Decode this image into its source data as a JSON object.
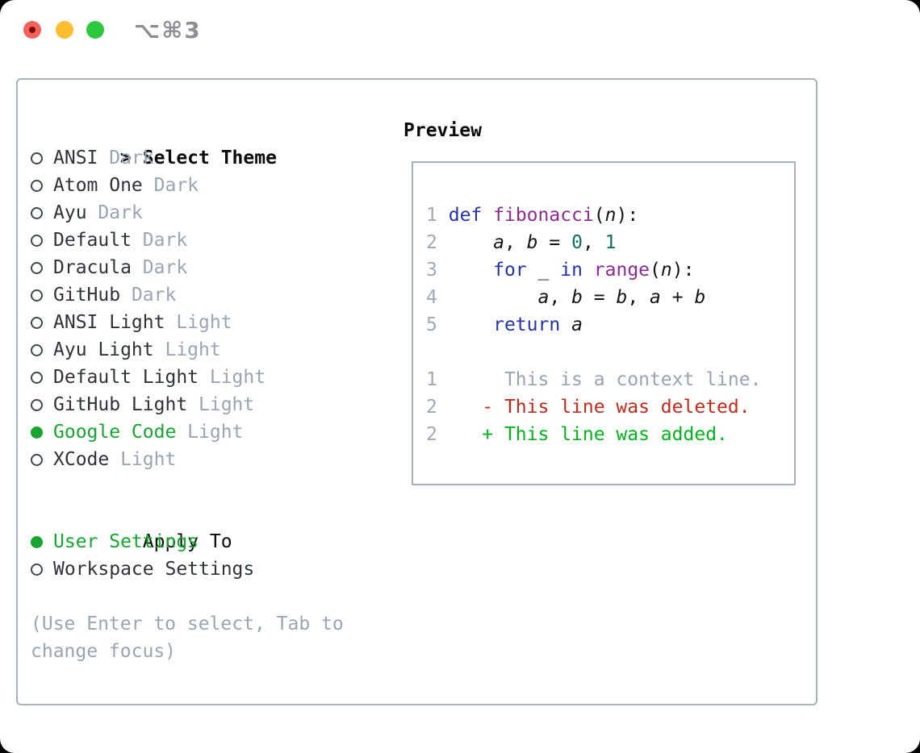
{
  "window": {
    "titlebar": {
      "shortcut_label": "⌥⌘3"
    }
  },
  "theme_selector": {
    "header": {
      "marker": ">",
      "label": "Select Theme"
    },
    "themes": [
      {
        "name": "ANSI",
        "variant": "Dark",
        "selected": false
      },
      {
        "name": "Atom One",
        "variant": "Dark",
        "selected": false
      },
      {
        "name": "Ayu",
        "variant": "Dark",
        "selected": false
      },
      {
        "name": "Default",
        "variant": "Dark",
        "selected": false
      },
      {
        "name": "Dracula",
        "variant": "Dark",
        "selected": false
      },
      {
        "name": "GitHub",
        "variant": "Dark",
        "selected": false
      },
      {
        "name": "ANSI Light",
        "variant": "Light",
        "selected": false
      },
      {
        "name": "Ayu Light",
        "variant": "Light",
        "selected": false
      },
      {
        "name": "Default Light",
        "variant": "Light",
        "selected": false
      },
      {
        "name": "GitHub Light",
        "variant": "Light",
        "selected": false
      },
      {
        "name": "Google Code",
        "variant": "Light",
        "selected": true
      },
      {
        "name": "XCode",
        "variant": "Light",
        "selected": false
      }
    ]
  },
  "apply_to": {
    "header": "Apply To",
    "options": [
      {
        "label": "User Settings",
        "selected": true
      },
      {
        "label": "Workspace Settings",
        "selected": false
      }
    ]
  },
  "help": {
    "text": "(Use Enter to select, Tab to change focus)"
  },
  "preview": {
    "header": "Preview",
    "code": [
      {
        "num": "1",
        "tokens": [
          [
            "def",
            "kw"
          ],
          [
            " ",
            "pl"
          ],
          [
            "fibonacci",
            "fn"
          ],
          [
            "(",
            "pl"
          ],
          [
            "n",
            "var"
          ],
          [
            "):",
            "pl"
          ]
        ]
      },
      {
        "num": "2",
        "tokens": [
          [
            "    ",
            "pl"
          ],
          [
            "a",
            "var"
          ],
          [
            ", ",
            "pl"
          ],
          [
            "b",
            "var"
          ],
          [
            " = ",
            "pl"
          ],
          [
            "0",
            "lit"
          ],
          [
            ", ",
            "pl"
          ],
          [
            "1",
            "lit"
          ]
        ]
      },
      {
        "num": "3",
        "tokens": [
          [
            "    ",
            "pl"
          ],
          [
            "for",
            "kw"
          ],
          [
            " ",
            "pl"
          ],
          [
            "_",
            "var"
          ],
          [
            " ",
            "pl"
          ],
          [
            "in",
            "kw"
          ],
          [
            " ",
            "pl"
          ],
          [
            "range",
            "fn"
          ],
          [
            "(",
            "pl"
          ],
          [
            "n",
            "var"
          ],
          [
            "):",
            "pl"
          ]
        ]
      },
      {
        "num": "4",
        "tokens": [
          [
            "        ",
            "pl"
          ],
          [
            "a",
            "var"
          ],
          [
            ", ",
            "pl"
          ],
          [
            "b",
            "var"
          ],
          [
            " = ",
            "pl"
          ],
          [
            "b",
            "var"
          ],
          [
            ", ",
            "pl"
          ],
          [
            "a",
            "var"
          ],
          [
            " + ",
            "pl"
          ],
          [
            "b",
            "var"
          ]
        ]
      },
      {
        "num": "5",
        "tokens": [
          [
            "    ",
            "pl"
          ],
          [
            "return",
            "kw"
          ],
          [
            " ",
            "pl"
          ],
          [
            "a",
            "var"
          ]
        ]
      }
    ],
    "diff": [
      {
        "num": "1",
        "type": "context",
        "text": "      This is a context line."
      },
      {
        "num": "2",
        "type": "deleted",
        "text": "    - This line was deleted."
      },
      {
        "num": "2",
        "type": "added",
        "text": "    + This line was added."
      }
    ]
  },
  "colors": {
    "accent_green": "#16a62f",
    "diff_red": "#c5281a",
    "diff_green": "#02b31c",
    "keyword_blue": "#2433ad",
    "function_purple": "#8e2b90",
    "literal_teal": "#0e6f66",
    "muted_gray": "#9aa5b3",
    "line_number_gray": "#9fa9b6",
    "border_gray": "#a9b1bb"
  }
}
